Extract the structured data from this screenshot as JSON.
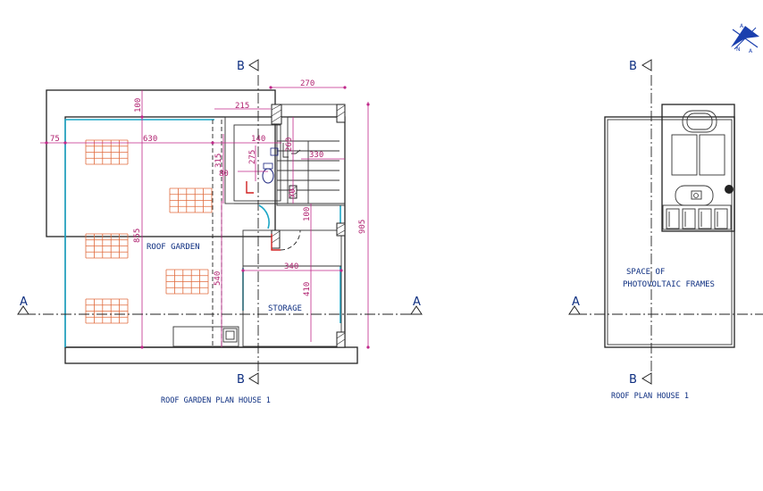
{
  "colors": {
    "dimension": "#c0288a",
    "label": "#0d2e80",
    "glazing": "#1ca6c6",
    "tiles": "#e06a3c",
    "walls": "#222222"
  },
  "plans": {
    "left": {
      "title": "ROOF GARDEN PLAN HOUSE 1",
      "rooms": {
        "garden": "ROOF GARDEN",
        "storage": "STORAGE"
      }
    },
    "right": {
      "title": "ROOF PLAN HOUSE 1",
      "note_line1": "SPACE OF",
      "note_line2": "PHOTOVOLTAIC FRAMES"
    }
  },
  "sections": {
    "a": "A",
    "b": "B"
  },
  "dimensions": {
    "d270": "270",
    "d100a": "100",
    "d215": "215",
    "d75": "75",
    "d630": "630",
    "d140": "140",
    "d260": "260",
    "d275": "275",
    "d330": "330",
    "d315": "315",
    "d80": "80",
    "d70": "70",
    "d100b": "100",
    "d905": "905",
    "d855": "855",
    "d540": "540",
    "d340": "340",
    "d410": "410"
  },
  "compass": {
    "icon": "north-arrow-icon",
    "letter_n": "N",
    "letter_a": "A"
  }
}
